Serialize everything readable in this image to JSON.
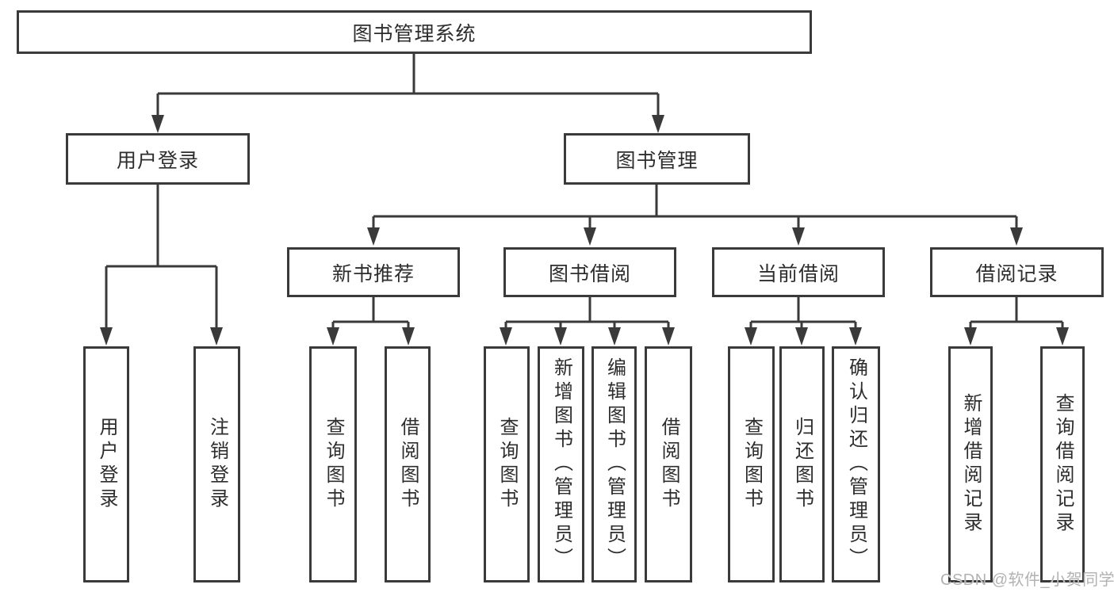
{
  "tree": {
    "root": "图书管理系统",
    "user_login_branch": {
      "label": "用户登录",
      "children": [
        "用户登录",
        "注销登录"
      ]
    },
    "book_mgmt_branch": {
      "label": "图书管理",
      "sections": [
        {
          "label": "新书推荐",
          "children": [
            "查询图书",
            "借阅图书"
          ]
        },
        {
          "label": "图书借阅",
          "children": [
            "查询图书",
            "新增图书（管理员）",
            "编辑图书（管理员）",
            "借阅图书"
          ]
        },
        {
          "label": "当前借阅",
          "children": [
            "查询图书",
            "归还图书",
            "确认归还（管理员）"
          ]
        },
        {
          "label": "借阅记录",
          "children": [
            "新增借阅记录",
            "查询借阅记录"
          ]
        }
      ]
    }
  },
  "watermark": "CSDN @软件_小贺同学",
  "colors": {
    "line": "#3a3a3a",
    "text": "#2d2d2d",
    "background": "#ffffff",
    "watermark": "#b2b2b2"
  }
}
